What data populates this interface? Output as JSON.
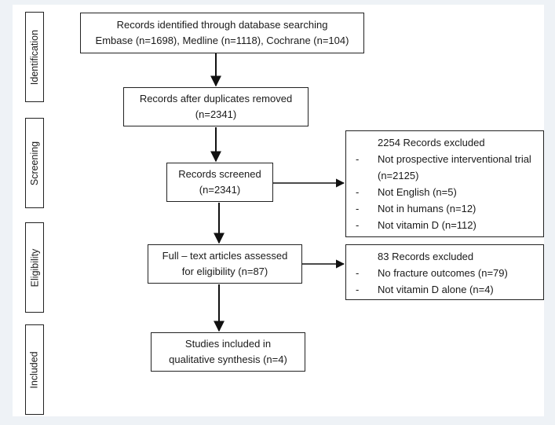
{
  "stages": [
    "Identification",
    "Screening",
    "Eligibility",
    "Included"
  ],
  "boxes": {
    "identified": {
      "line1": "Records identified through database searching",
      "line2": "Embase (n=1698), Medline (n=1118), Cochrane (n=104)"
    },
    "duplicates": {
      "line1": "Records after duplicates removed",
      "line2": "(n=2341)"
    },
    "screened": {
      "line1": "Records screened",
      "line2": "(n=2341)"
    },
    "fulltext": {
      "line1": "Full – text articles assessed",
      "line2": "for eligibility (n=87)"
    },
    "included": {
      "line1": "Studies included in",
      "line2": "qualitative synthesis (n=4)"
    }
  },
  "exclusions": {
    "screening": {
      "title": "2254 Records excluded",
      "items": [
        "Not prospective interventional trial (n=2125)",
        "Not English (n=5)",
        "Not in humans (n=12)",
        "Not vitamin D (n=112)"
      ]
    },
    "eligibility": {
      "title": "83 Records excluded",
      "items": [
        "No fracture outcomes (n=79)",
        "Not vitamin D alone (n=4)"
      ]
    }
  },
  "bullet": "-"
}
